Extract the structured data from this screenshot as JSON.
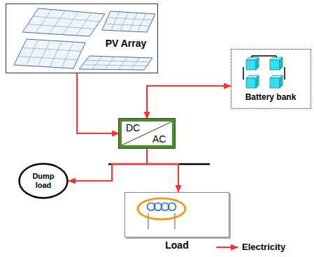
{
  "diagram": {
    "nodes": [
      {
        "text": [
          "PV Array"
        ]
      },
      {
        "text": [
          "Battery bank"
        ]
      },
      {
        "text": [
          "DC",
          "AC"
        ]
      },
      {
        "text": [
          "Dump load"
        ]
      },
      {
        "text": [
          "Load"
        ]
      }
    ],
    "edges": [
      {
        "from": 0,
        "to": 2,
        "arrow": "to"
      },
      {
        "from": 2,
        "to": 1,
        "arrow": "both"
      },
      {
        "from": 2,
        "to": 3,
        "arrow": "to"
      },
      {
        "from": 2,
        "to": 4,
        "arrow": "to"
      }
    ],
    "legend": [
      {
        "text": "Electricity"
      }
    ]
  }
}
